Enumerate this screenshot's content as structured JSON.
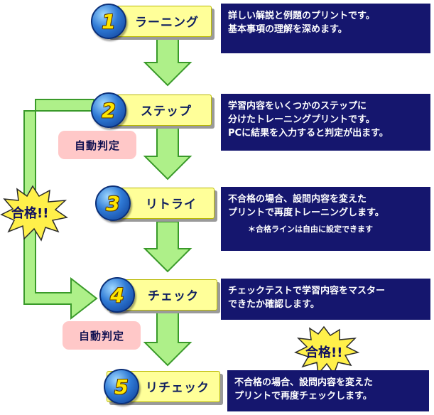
{
  "steps": [
    {
      "number": "1",
      "label": "ラーニング"
    },
    {
      "number": "2",
      "label": "ステップ"
    },
    {
      "number": "3",
      "label": "リトライ"
    },
    {
      "number": "4",
      "label": "チェック"
    },
    {
      "number": "5",
      "label": "リチェック"
    }
  ],
  "descriptions": [
    {
      "lines": [
        "詳しい解説と例題のプリントです。",
        "基本事項の理解を深めます。"
      ]
    },
    {
      "lines": [
        "学習内容をいくつかのステップに",
        "分けたトレーニングプリントです。",
        "PCに結果を入力すると判定が出ます。"
      ]
    },
    {
      "lines": [
        "不合格の場合、設問内容を変えた",
        "プリントで再度トレーニングします。"
      ],
      "note": "＊合格ラインは自由に設定できます"
    },
    {
      "lines": [
        "チェックテストで学習内容をマスター",
        "できたか確認します。"
      ]
    },
    {
      "lines": [
        "不合格の場合、設問内容を変えた",
        "プリントで再度チェックします。"
      ]
    }
  ],
  "judge_labels": [
    "自動判定",
    "自動判定"
  ],
  "pass_labels": [
    "合格!!",
    "合格!!"
  ],
  "colors": {
    "step_fill": "#ffff99",
    "desc_fill": "#15166e",
    "arrow_fill": "#aef089",
    "arrow_stroke": "#3a9a2a",
    "judge_fill": "#ffc8c8",
    "burst_fill": "#fff04a"
  }
}
